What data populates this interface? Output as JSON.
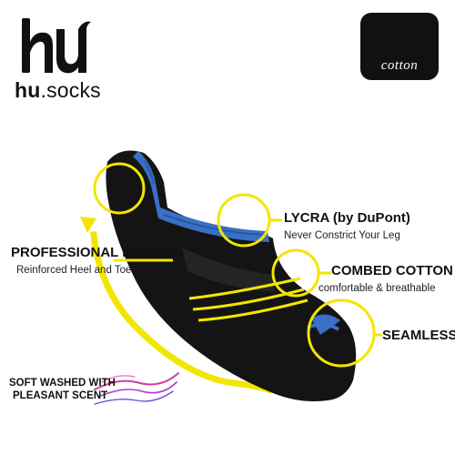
{
  "brand": {
    "logo_mark": "hu",
    "wordmark_bold": "hu",
    "wordmark_rest": ".socks"
  },
  "badge": {
    "icon": "cotton-flower-icon",
    "label": "cotton"
  },
  "features": {
    "lycra": {
      "title": "LYCRA (by DuPont)",
      "subtitle": "Never Constrict Your Leg"
    },
    "professional": {
      "title": "PROFESSIONAL DESIGN",
      "subtitle": "Reinforced Heel and Toe"
    },
    "combed": {
      "title": "COMBED COTTON",
      "subtitle": "comfortable & breathable"
    },
    "seamless": {
      "title": "SEAMLESS"
    },
    "washed": {
      "line1": "SOFT WASHED WITH",
      "line2": "PLEASANT SCENT"
    }
  },
  "colors": {
    "accent_yellow": "#f2e600",
    "sock_black": "#141414",
    "sock_blue": "#3a6fc4",
    "scent_pink": "#d23ca8",
    "scent_purple": "#7a4bd0"
  }
}
